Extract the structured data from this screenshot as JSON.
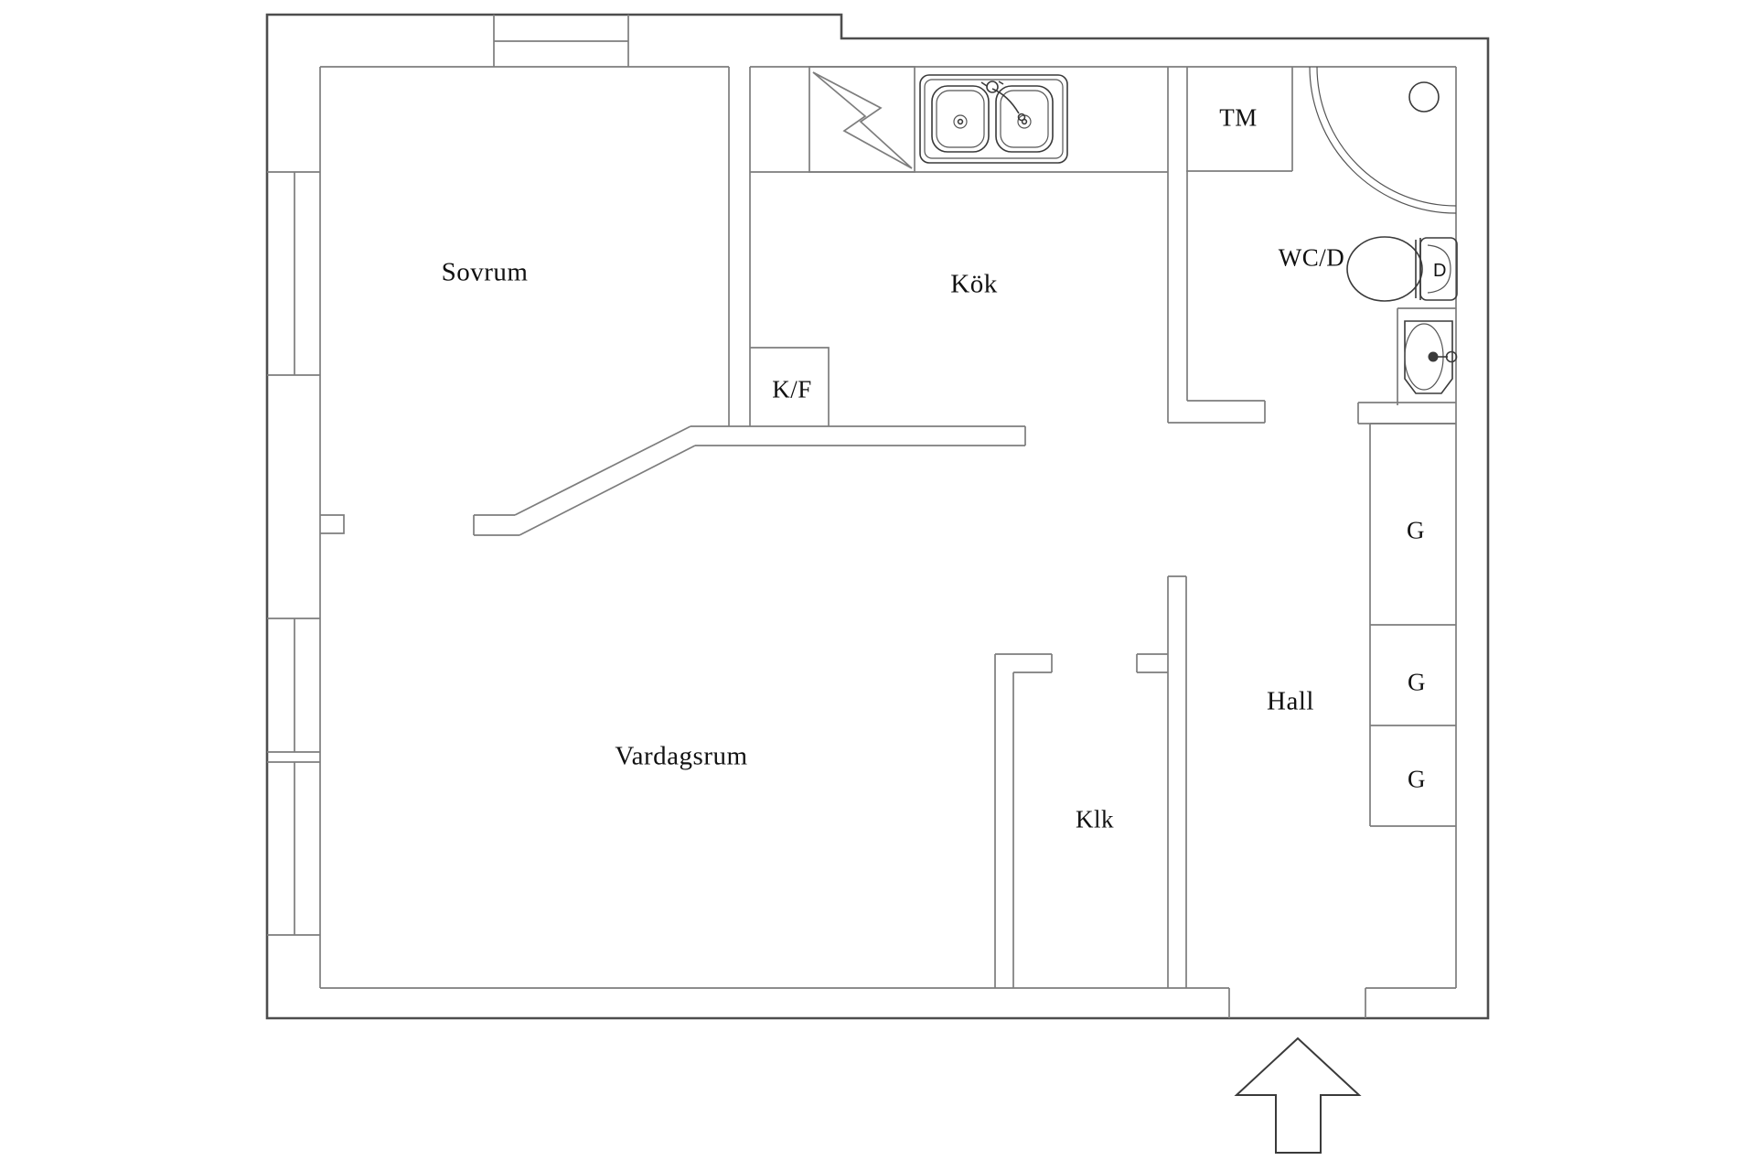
{
  "page": {
    "title": "Apartment floor plan",
    "background": "#ffffff"
  },
  "palette": {
    "outer_wall": "#4d4d4d",
    "inner_wall": "#7d7d7d",
    "fixture_line": "#3a3a3a",
    "label_text": "#111111"
  },
  "rooms": {
    "sovrum": {
      "label": "Sovrum"
    },
    "kok": {
      "label": "Kök"
    },
    "vardagsrum": {
      "label": "Vardagsrum"
    },
    "hall": {
      "label": "Hall"
    },
    "klk": {
      "label": "Klk"
    },
    "wcd": {
      "label": "WC/D"
    }
  },
  "fixtures": {
    "kf": {
      "label": "K/F"
    },
    "tm": {
      "label": "TM"
    },
    "toilet_button": {
      "label": "D"
    },
    "wardrobes": [
      {
        "label": "G"
      },
      {
        "label": "G"
      },
      {
        "label": "G"
      }
    ]
  }
}
